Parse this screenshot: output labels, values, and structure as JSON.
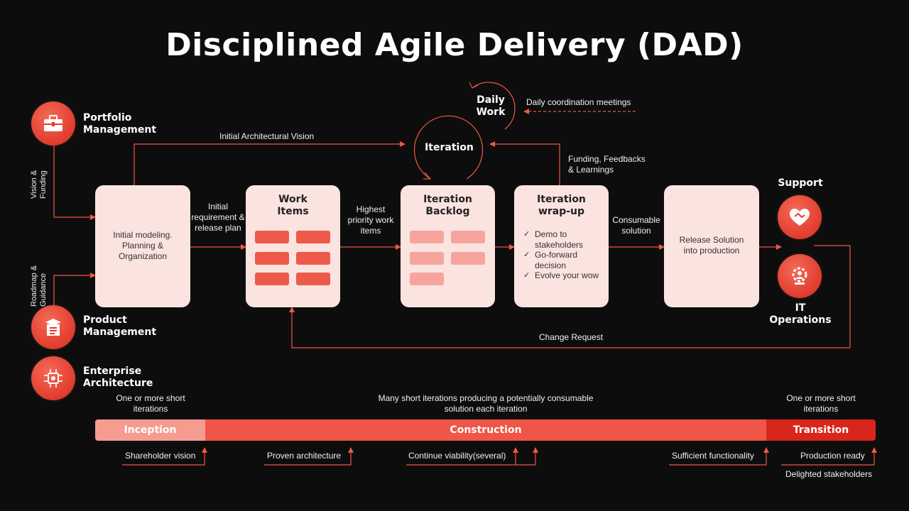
{
  "title": "Disciplined Agile Delivery (DAD)",
  "colors": {
    "accent": "#ef5647",
    "box": "#fbe3e0",
    "inception": "#f49c90",
    "construction": "#ef5647",
    "transition": "#d8261b"
  },
  "left": {
    "portfolio": "Portfolio Management",
    "product": "Product Management",
    "enterprise": "Enterprise Architecture",
    "vision_funding": "Vision & Funding",
    "roadmap_guidance": "Roadmap & Guidance"
  },
  "loop": {
    "daily_work": "Daily Work",
    "iteration": "Iteration",
    "daily_meetings": "Daily coordination meetings",
    "initial_arch_vision": "Initial Architectural Vision",
    "funding_feedbacks": "Funding, Feedbacks & Learnings"
  },
  "boxes": {
    "initial_modeling": "Initial modeling. Planning & Organization",
    "work_items": "Work Items",
    "iteration_backlog": "Iteration Backlog",
    "iteration_wrapup": "Iteration wrap-up",
    "wrapup_items": [
      "Demo to stakeholders",
      "Go-forward decision",
      "Evolve your wow"
    ],
    "release_solution": "Release Solution into production"
  },
  "flow": {
    "initial_requirement": "Initial requirement & release plan",
    "highest_priority": "Highest priority work items",
    "consumable_solution": "Consumable solution",
    "change_request": "Change Request"
  },
  "right": {
    "support": "Support",
    "it_operations": "IT Operations"
  },
  "phases": {
    "inception": "Inception",
    "construction": "Construction",
    "transition": "Transition",
    "inception_note": "One or more short iterations",
    "construction_note": "Many short iterations producing a potentially consumable solution each iteration",
    "transition_note": "One or more short iterations"
  },
  "milestones": {
    "shareholder_vision": "Shareholder vision",
    "proven_architecture": "Proven architecture",
    "continue_viability": "Continue viability(several)",
    "sufficient_functionality": "Sufficient functionality",
    "production_ready": "Production ready",
    "delighted_stakeholders": "Delighted stakeholders"
  },
  "icons": [
    "briefcase-icon",
    "product-box-icon",
    "circuit-chip-icon",
    "handshake-heart-icon",
    "gear-people-icon"
  ]
}
